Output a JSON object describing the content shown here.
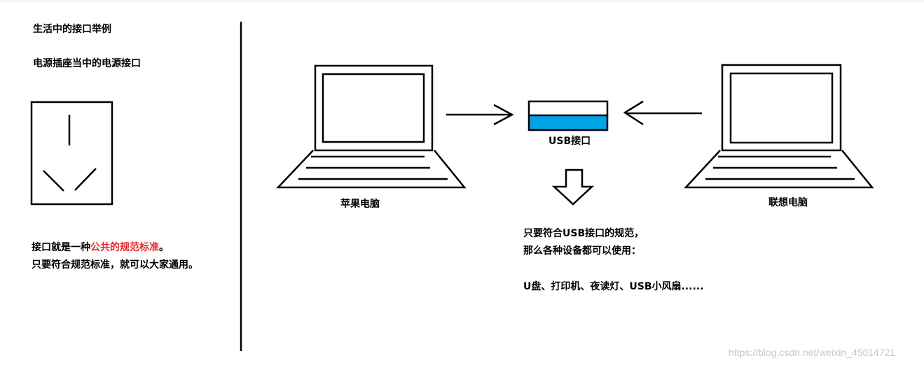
{
  "left_panel": {
    "title": "生活中的接口举例",
    "subtitle": "电源插座当中的电源接口",
    "desc_line1_prefix": "接口就是一种",
    "desc_line1_highlight": "公共的规范标准",
    "desc_line1_suffix": "。",
    "desc_line2": "只要符合规范标准，就可以大家通用。"
  },
  "right_panel": {
    "usb_label": "USB接口",
    "left_laptop_label": "苹果电脑",
    "right_laptop_label": "联想电脑",
    "note_line1": "只要符合USB接口的规范，",
    "note_line2": "那么各种设备都可以使用：",
    "note_line3": "U盘、打印机、夜读灯、USB小风扇......"
  },
  "watermark": "https://blog.csdn.net/weixin_45014721",
  "colors": {
    "usb_fill": "#00a2e8",
    "highlight": "#e8262d"
  }
}
